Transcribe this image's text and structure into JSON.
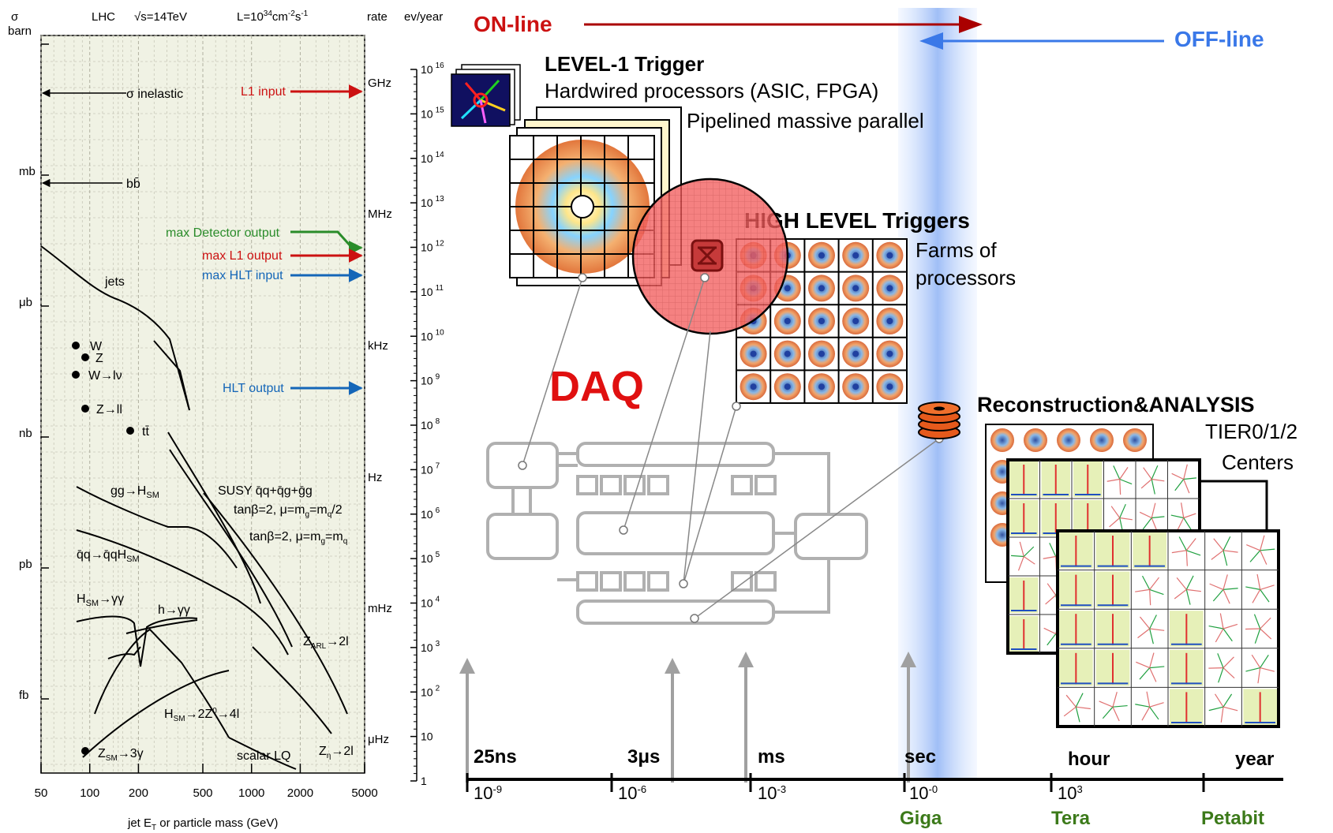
{
  "chart_data": {
    "type": "line",
    "header": {
      "sigma": "σ",
      "lhc": "LHC",
      "energy": "√s=14TeV",
      "lumi_pre": "L=10",
      "lumi_exp": "34",
      "lumi_mid": "cm",
      "lumi_exp2": "-2",
      "lumi_post": "s",
      "lumi_exp3": "-1",
      "rate": "rate",
      "evyear": "ev/year",
      "barn": "barn"
    },
    "xlabel_pre": "jet E",
    "xlabel_sub": "T",
    "xlabel_post": " or particle mass (GeV)",
    "x_ticks": [
      "50",
      "100",
      "200",
      "500",
      "1000",
      "2000",
      "5000"
    ],
    "left_units": [
      "mb",
      "μb",
      "nb",
      "pb",
      "fb"
    ],
    "rate_units": [
      "GHz",
      "MHz",
      "kHz",
      "Hz",
      "mHz",
      "μHz"
    ],
    "evyear_ticks": [
      {
        "base": "10",
        "exp": "16"
      },
      {
        "base": "10",
        "exp": "15"
      },
      {
        "base": "10",
        "exp": "14"
      },
      {
        "base": "10",
        "exp": "13"
      },
      {
        "base": "10",
        "exp": "12"
      },
      {
        "base": "10",
        "exp": "11"
      },
      {
        "base": "10",
        "exp": "10"
      },
      {
        "base": "10",
        "exp": "9"
      },
      {
        "base": "10",
        "exp": "8"
      },
      {
        "base": "10",
        "exp": "7"
      },
      {
        "base": "10",
        "exp": "6"
      },
      {
        "base": "10",
        "exp": "5"
      },
      {
        "base": "10",
        "exp": "4"
      },
      {
        "base": "10",
        "exp": "3"
      },
      {
        "base": "10",
        "exp": "2"
      },
      {
        "base": "10",
        "exp": ""
      },
      {
        "base": "1",
        "exp": ""
      }
    ],
    "annotations": {
      "sigma_inel": "σ inelastic",
      "bbbar": "bb̄",
      "jets": "jets",
      "w": "W",
      "z": "Z",
      "w_lnu": "W→lν",
      "z_ll": "Z→ll",
      "ttbar": "tt̄",
      "gg_h": "gg→H",
      "gg_h_sub": "SM",
      "susy1": "SUSY q̄q+q̄g+ḡg",
      "susy2": "tanβ=2, μ=m",
      "susy2b": "=m",
      "susy2c": "/2",
      "susy3": "tanβ=2, μ=m",
      "susy3b": "=m",
      "qq_h": "q̄q→q̄qH",
      "qq_h_sub": "SM",
      "h_gg": "H",
      "h_gg_sub": "SM",
      "h_gg_post": "→γγ",
      "h_gg2": "h→γγ",
      "z_arl": "Z",
      "z_arl_sub": "ARL",
      "z_arl_post": "→2l",
      "h_4l": "H",
      "h_4l_sub": "SM",
      "h_4l_post": "→2Z",
      "h_4l_sup": "0",
      "h_4l_post2": "→4l",
      "z_3g": "Z",
      "z_3g_sub": "SM",
      "z_3g_post": "→3γ",
      "scalar_lq": "scalar LQ",
      "z_eta": "Z",
      "z_eta_sub": "η",
      "z_eta_post": "→2l"
    },
    "rate_arrows": {
      "l1_input": "L1 input",
      "max_detector": "max Detector output",
      "max_l1": "max L1 output",
      "max_hlt_in": "max HLT input",
      "hlt_output": "HLT output"
    }
  },
  "diagram": {
    "online": "ON-line",
    "offline": "OFF-line",
    "level1_title": "LEVEL-1 Trigger",
    "level1_line1": "Hardwired processors  (ASIC, FPGA)",
    "level1_line2": "Pipelined massive parallel",
    "hlt_title": "HIGH LEVEL Triggers",
    "hlt_line1": "Farms of",
    "hlt_line2": "processors",
    "daq": "DAQ",
    "reco_title": "Reconstruction&ANALYSIS",
    "reco_line1": "TIER0/1/2",
    "reco_line2": "Centers",
    "time_labels": [
      "25ns",
      "3μs",
      "ms",
      "sec",
      "hour",
      "year"
    ],
    "time_ticks": [
      {
        "base": "10",
        "exp": "-9"
      },
      {
        "base": "10",
        "exp": "-6"
      },
      {
        "base": "10",
        "exp": "-3"
      },
      {
        "base": "10",
        "exp": "-0"
      },
      {
        "base": "10",
        "exp": "3"
      }
    ],
    "volume_labels": [
      "Giga",
      "Tera",
      "Petabit"
    ]
  },
  "colors": {
    "plot_bg": "#f0f2e4",
    "red": "#cc1111",
    "dark_red": "#aa0000",
    "blue_offline": "#3a78e8",
    "green_volume": "#3c7a1a",
    "green_arrow": "#2a8c2a",
    "blue_arrow": "#1466b8",
    "grey_daq": "#b0b0b0"
  }
}
